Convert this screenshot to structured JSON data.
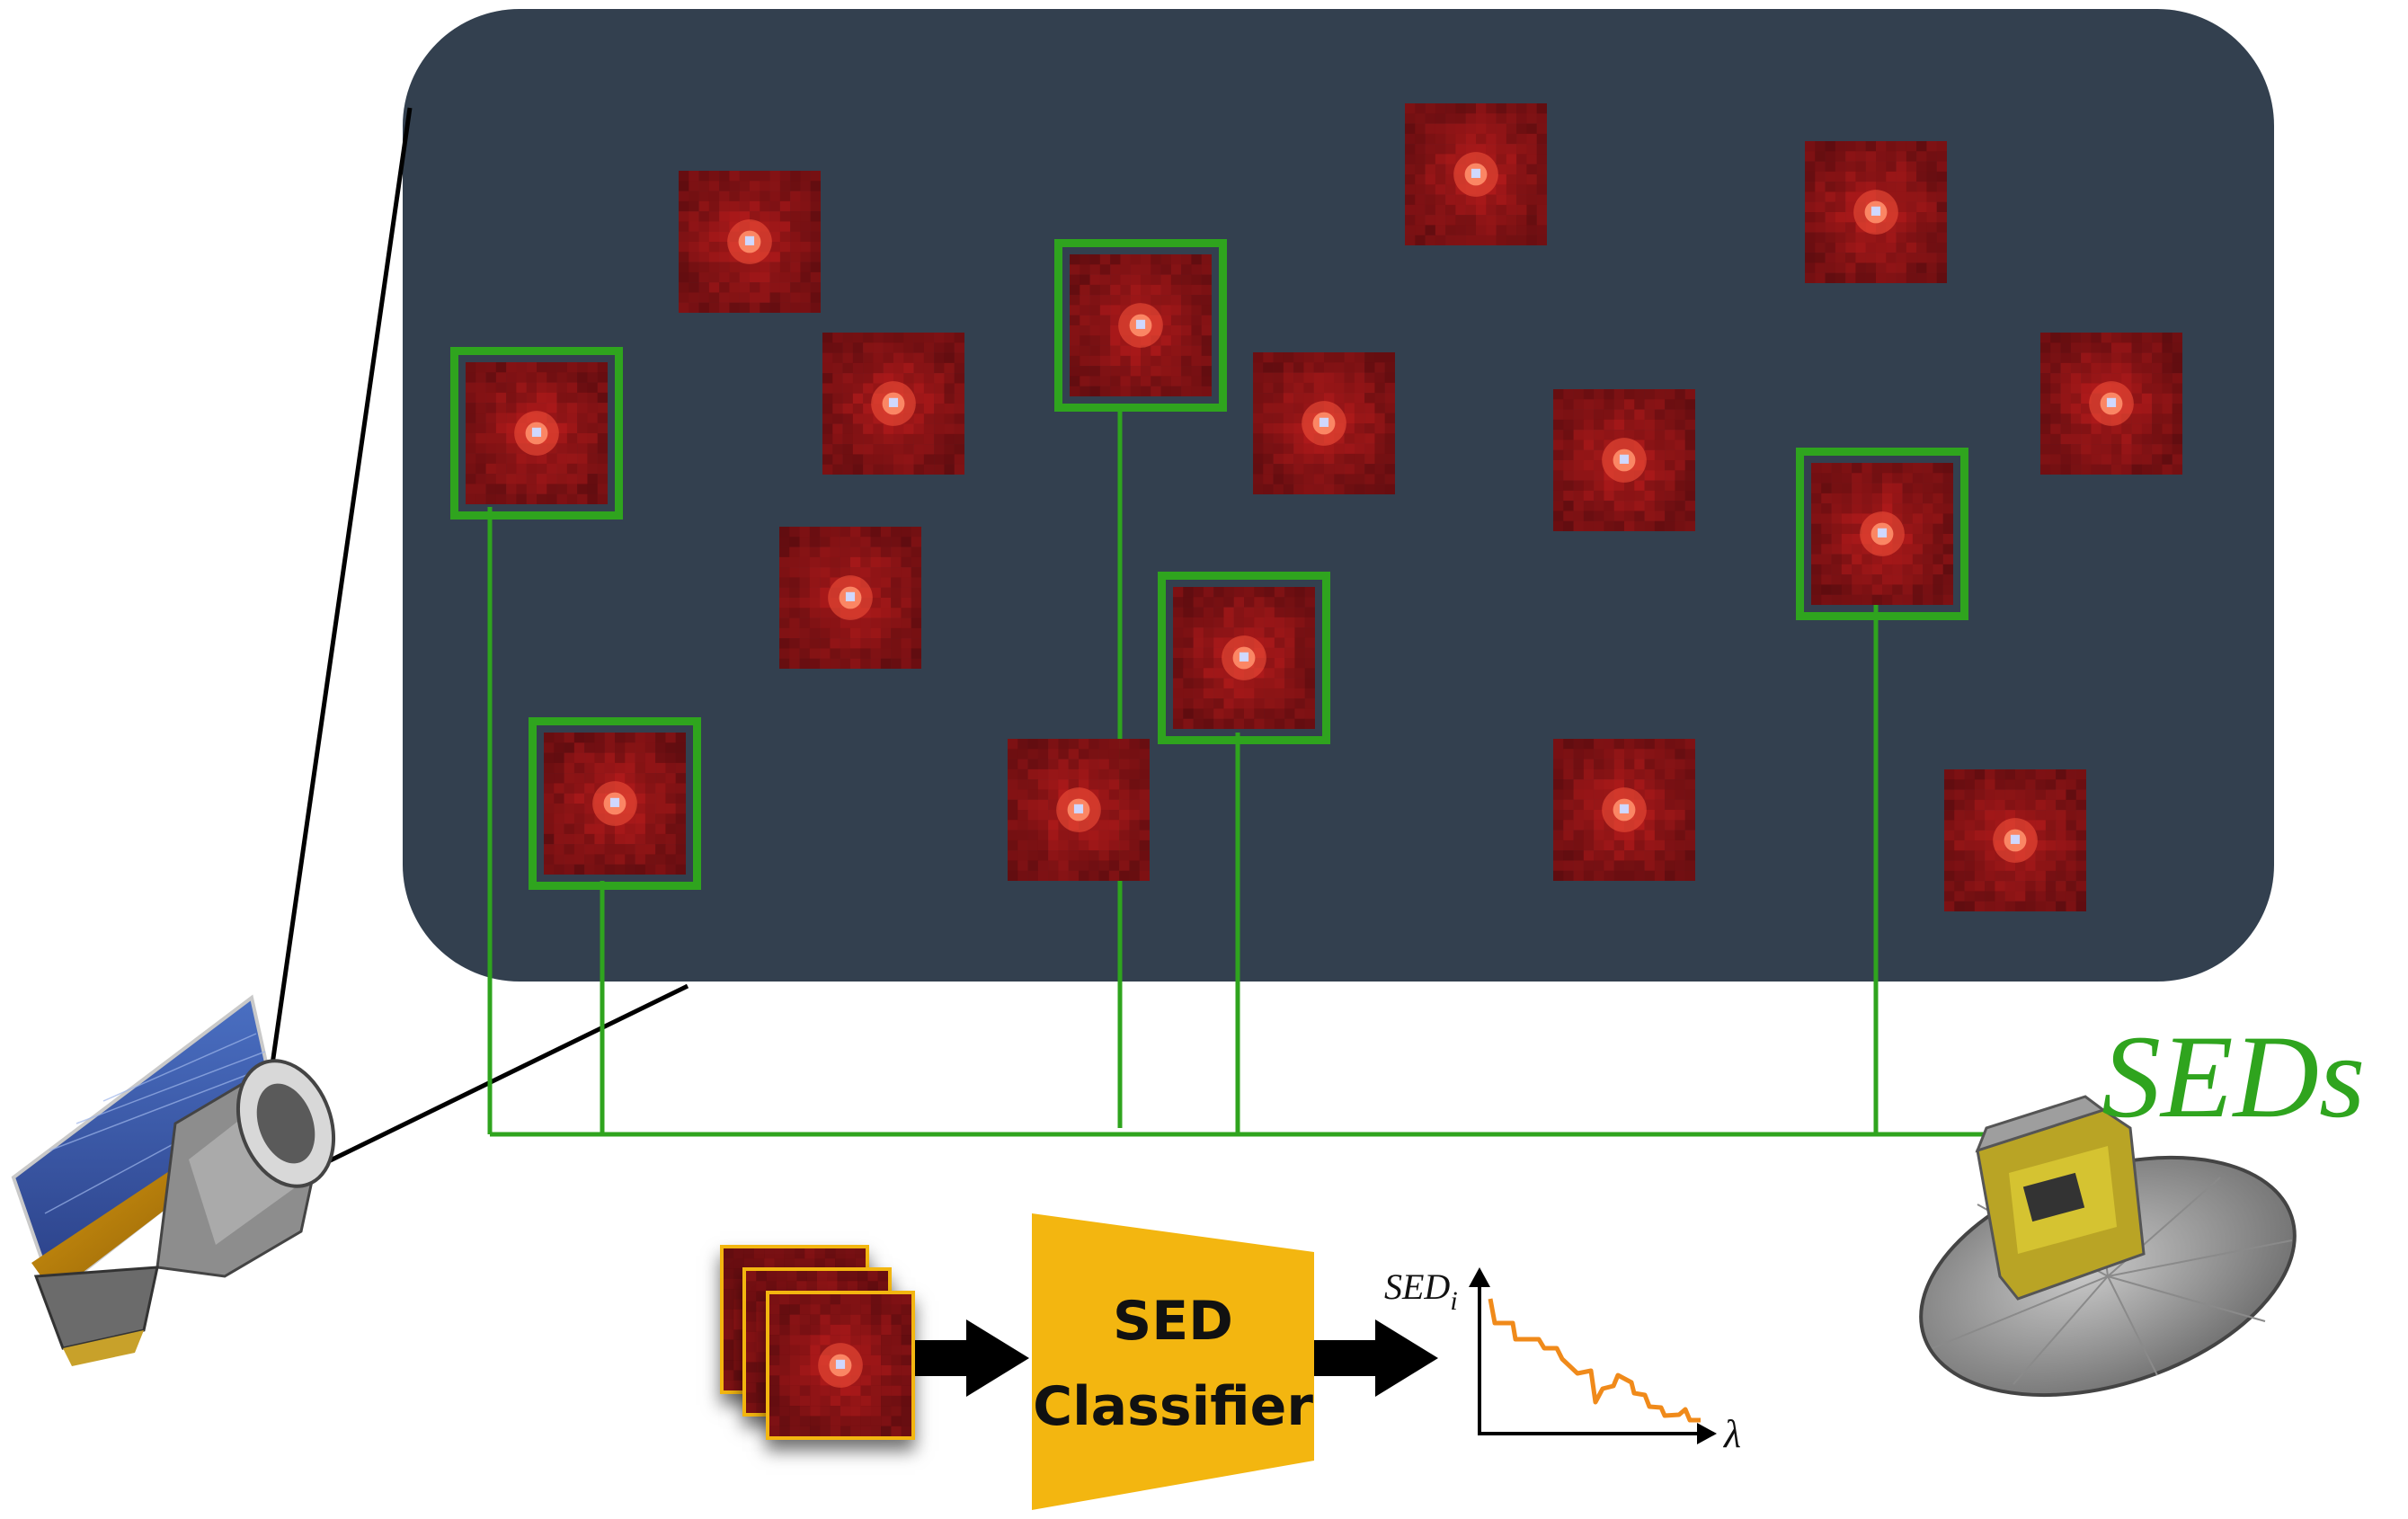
{
  "legend": {
    "seds_label": "SEDs"
  },
  "classifier": {
    "line1": "SED",
    "line2": "Classifier"
  },
  "plot": {
    "ylabel": "SED",
    "ylabel_sub": "i",
    "xlabel": "λ"
  },
  "icons": {
    "left_satellite": "space-telescope-icon",
    "right_satellite": "spectroscopic-satellite-icon"
  },
  "colors": {
    "panel": "#33404f",
    "selection": "#2fa41e",
    "classifier": "#f3b610",
    "sed_curve": "#f08a1a",
    "psf_red": "#8a0f10"
  }
}
